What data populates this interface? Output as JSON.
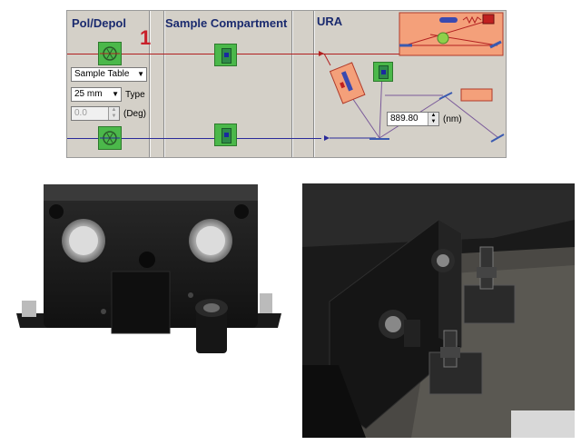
{
  "pol_depol": {
    "title": "Pol/Depol",
    "number": "1",
    "sample_table": "Sample Table",
    "size": "25 mm",
    "type_label": "Type",
    "angle_value": "0.0",
    "angle_unit": "(Deg)"
  },
  "sample_compartment": {
    "title": "Sample Compartment"
  },
  "ura": {
    "title": "URA",
    "wavelength_value": "889.80",
    "wavelength_unit": "(nm)"
  },
  "colors": {
    "panel": "#d4d0c8",
    "title": "#1a2a6e",
    "beam_red": "#b22020",
    "beam_blue": "#2a2a9a",
    "module_green": "#4bb84a",
    "ura_orange": "#f4a07a"
  }
}
